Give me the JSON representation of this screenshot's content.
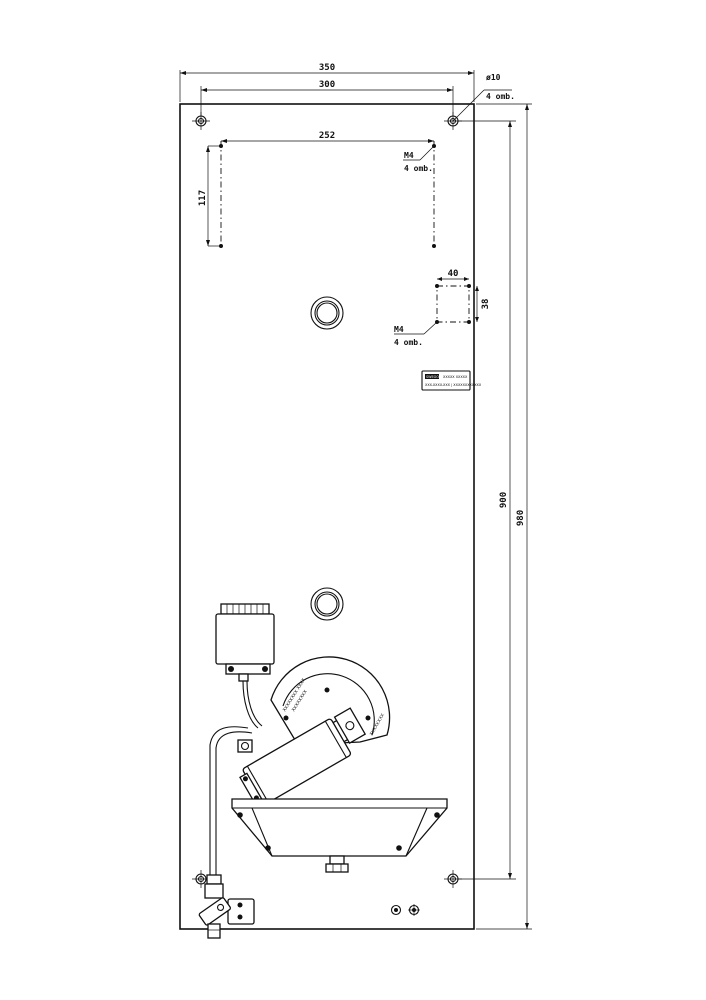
{
  "drawing": {
    "dimensions": {
      "width_total": "350",
      "width_holes": "300",
      "hole_diameter": "ø10",
      "hole_count": "4 omb.",
      "spacing_upper": "252",
      "height_upper": "117",
      "thread_upper": "M4",
      "thread_upper_count": "4 omb.",
      "small_width": "40",
      "small_height": "38",
      "thread_lower": "M4",
      "thread_lower_count": "4 omb.",
      "height_holes": "900",
      "height_total": "980"
    },
    "label_plate": {
      "line1_a": "SWEGON",
      "line1_b": "XXXXX XXXXX",
      "line2": "XXX-XXXX-XXX | XXXXXXXXXXXX"
    },
    "gauge_text": {
      "outer": "XXXXXXXX XXXX",
      "inner": "XXXXXXXX",
      "side": "XXXXXXXX"
    },
    "icons": [
      "mounting-hole-icon",
      "pipe-boss-icon",
      "sensor-unit-icon",
      "valve-icon"
    ]
  }
}
